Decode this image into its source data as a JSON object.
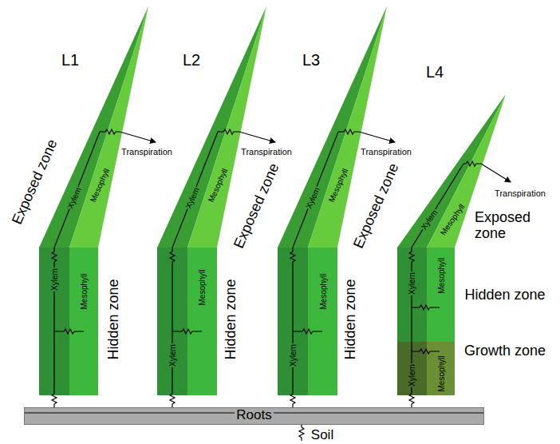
{
  "diagram": {
    "nodes": [
      {
        "text": [
          "Roots"
        ]
      }
    ],
    "labels": [
      "L1",
      "L2",
      "L3",
      "L4",
      "Exposed zone",
      "Transpiration",
      "Xylem",
      "Mesophyll",
      "Xylem",
      "Mesophyll",
      "Hidden zone",
      "Exposed zone",
      "Transpiration",
      "Xylem",
      "Mesophyll",
      "Xylem",
      "Mesophyll",
      "Hidden zone",
      "Exposed zone",
      "Transpiration",
      "Xylem",
      "Mesophyll",
      "Xylem",
      "Mesophyll",
      "Hidden zone",
      "Exposed zone",
      "Transpiration",
      "Xylem",
      "Mesophyll",
      "Xylem",
      "Mesophyll",
      "Hidden zone",
      "Xylem",
      "Mesophyll",
      "Growth zone",
      "Soil"
    ]
  }
}
